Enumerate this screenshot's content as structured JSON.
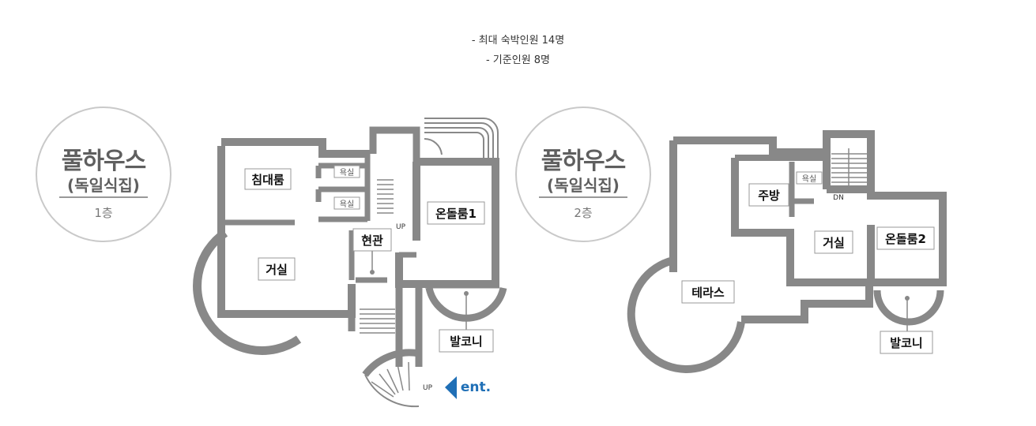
{
  "info": {
    "line1": "- 최대 숙박인원 14명",
    "line2": "- 기준인원 8명"
  },
  "floor1": {
    "badge": {
      "title": "풀하우스",
      "subtitle": "(독일식집)",
      "floor": "1층"
    },
    "rooms": {
      "bedroom": "침대룸",
      "bath_top": "욕실",
      "bath_bottom": "욕실",
      "ondol1": "온돌룸1",
      "entrance": "현관",
      "living": "거실",
      "balcony": "발코니",
      "stair_up": "UP",
      "spiral_up": "UP",
      "ent": "ent."
    }
  },
  "floor2": {
    "badge": {
      "title": "풀하우스",
      "subtitle": "(독일식집)",
      "floor": "2층"
    },
    "rooms": {
      "kitchen": "주방",
      "bath": "욕실",
      "stair_dn": "DN",
      "living": "거실",
      "ondol2": "온돌룸2",
      "terrace": "테라스",
      "balcony": "발코니"
    }
  },
  "colors": {
    "wall": "#888888",
    "accent_arrow": "#1f6fb6"
  }
}
